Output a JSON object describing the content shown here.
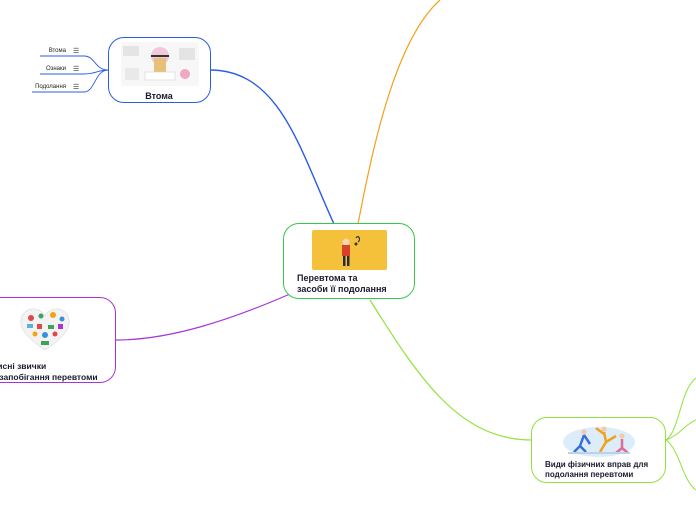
{
  "colors": {
    "central": "#38c74a",
    "fatigue": "#2b5ce6",
    "habits": "#a835d9",
    "exercises": "#8fe33a",
    "top_branch": "#f0a21a",
    "image_bg": "#f5c13a"
  },
  "central": {
    "title": "Перевтома та\nзасоби її подолання",
    "icon": "tired-person-icon"
  },
  "fatigue": {
    "title": "Втома",
    "icon": "stressed-person-icon",
    "leaves": [
      {
        "label": "Втома",
        "icon": "menu-icon"
      },
      {
        "label": "Ознаки",
        "icon": "menu-icon"
      },
      {
        "label": "Подолання",
        "icon": "menu-icon"
      }
    ]
  },
  "habits": {
    "title": "...рисні звички\n...я запобігання перевтоми",
    "icon": "heart-icon"
  },
  "exercises": {
    "title": "Види фізичних вправ для\nподолання перевтоми",
    "icon": "yoga-people-icon"
  }
}
